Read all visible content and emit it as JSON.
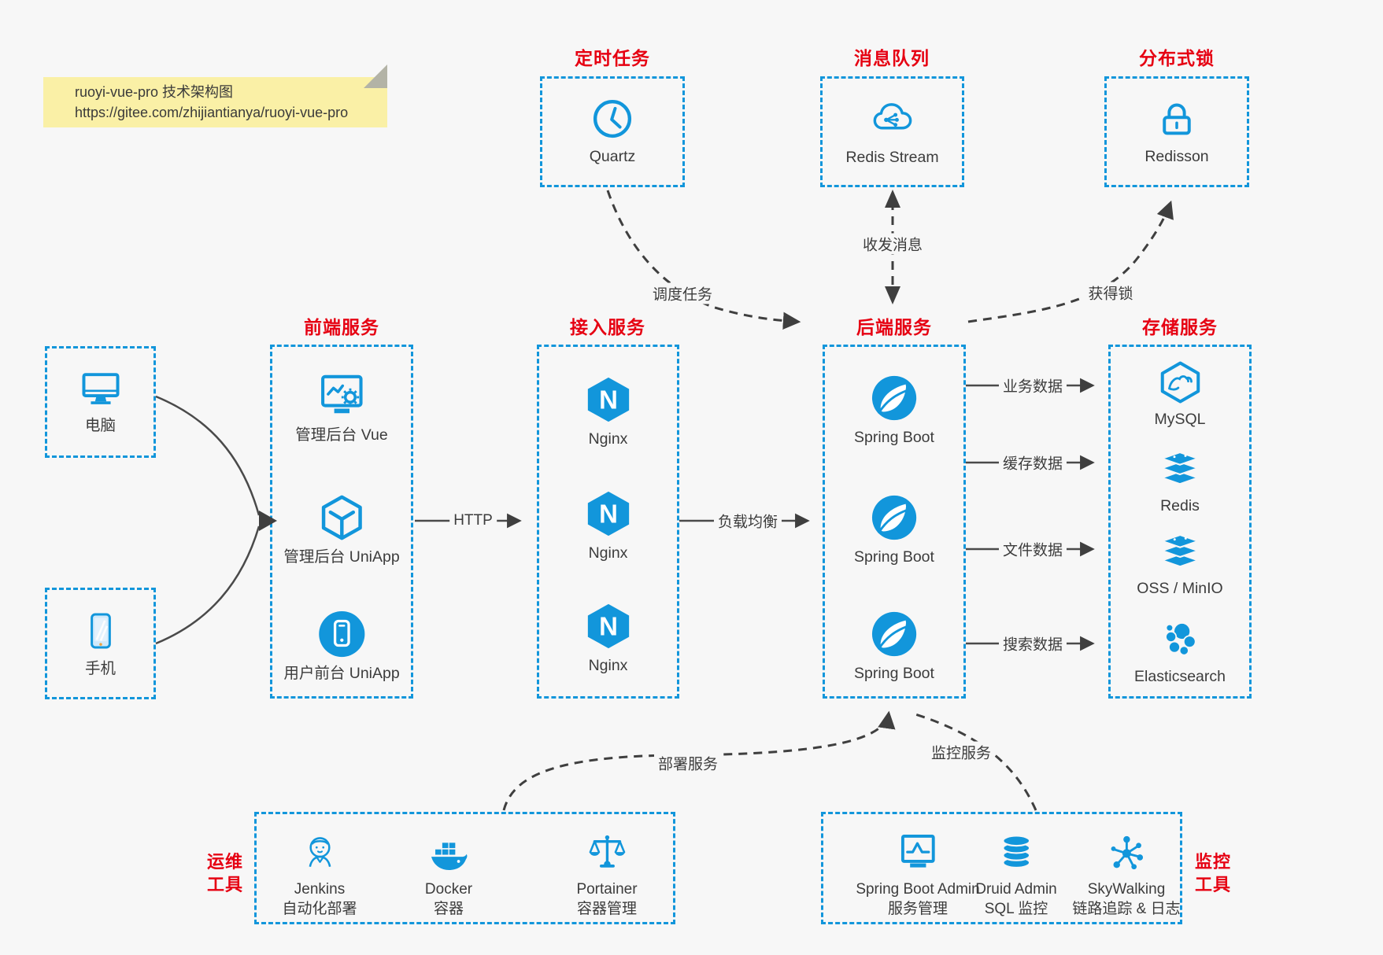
{
  "note": {
    "title": "ruoyi-vue-pro 技术架构图",
    "url": "https://gitee.com/zhijiantianya/ruoyi-vue-pro"
  },
  "colors": {
    "accent_blue": "#1296db",
    "title_red": "#e60012",
    "text": "#3c3c3c",
    "line_gray": "#4a4a4a",
    "note_bg": "#faf0a6",
    "page_bg": "#f7f7f7"
  },
  "top_groups": [
    {
      "title": "定时任务",
      "items": [
        {
          "icon": "clock-icon",
          "label": "Quartz"
        }
      ]
    },
    {
      "title": "消息队列",
      "items": [
        {
          "icon": "cloud-share-icon",
          "label": "Redis Stream"
        }
      ]
    },
    {
      "title": "分布式锁",
      "items": [
        {
          "icon": "lock-icon",
          "label": "Redisson"
        }
      ]
    }
  ],
  "clients": [
    {
      "icon": "desktop-icon",
      "label": "电脑"
    },
    {
      "icon": "mobile-icon",
      "label": "手机"
    }
  ],
  "main_groups": [
    {
      "title": "前端服务",
      "items": [
        {
          "icon": "admin-vue-icon",
          "label": "管理后台 Vue"
        },
        {
          "icon": "cube-icon",
          "label": "管理后台 UniApp"
        },
        {
          "icon": "phone-circle-icon",
          "label": "用户前台 UniApp"
        }
      ]
    },
    {
      "title": "接入服务",
      "items": [
        {
          "icon": "nginx-icon",
          "label": "Nginx"
        },
        {
          "icon": "nginx-icon",
          "label": "Nginx"
        },
        {
          "icon": "nginx-icon",
          "label": "Nginx"
        }
      ]
    },
    {
      "title": "后端服务",
      "items": [
        {
          "icon": "spring-icon",
          "label": "Spring Boot"
        },
        {
          "icon": "spring-icon",
          "label": "Spring Boot"
        },
        {
          "icon": "spring-icon",
          "label": "Spring Boot"
        }
      ]
    },
    {
      "title": "存储服务",
      "items": [
        {
          "icon": "mysql-icon",
          "label": "MySQL"
        },
        {
          "icon": "redis-stack-icon",
          "label": "Redis"
        },
        {
          "icon": "redis-stack-icon",
          "label": "OSS / MinIO"
        },
        {
          "icon": "elasticsearch-icon",
          "label": "Elasticsearch"
        }
      ]
    }
  ],
  "bottom_groups": [
    {
      "side_label_line1": "运维",
      "side_label_line2": "工具",
      "items": [
        {
          "icon": "jenkins-icon",
          "label": "Jenkins",
          "sublabel": "自动化部署"
        },
        {
          "icon": "docker-icon",
          "label": "Docker",
          "sublabel": "容器"
        },
        {
          "icon": "portainer-icon",
          "label": "Portainer",
          "sublabel": "容器管理"
        }
      ]
    },
    {
      "side_label_line1": "监控",
      "side_label_line2": "工具",
      "items": [
        {
          "icon": "monitor-chart-icon",
          "label": "Spring Boot Admin",
          "sublabel": "服务管理"
        },
        {
          "icon": "database-icon",
          "label": "Druid Admin",
          "sublabel": "SQL 监控"
        },
        {
          "icon": "topology-icon",
          "label": "SkyWalking",
          "sublabel": "链路追踪 & 日志"
        }
      ]
    }
  ],
  "edge_labels": {
    "http": "HTTP",
    "load_balance": "负载均衡",
    "schedule": "调度任务",
    "message": "收发消息",
    "lock": "获得锁",
    "business_data": "业务数据",
    "cache_data": "缓存数据",
    "file_data": "文件数据",
    "search_data": "搜索数据",
    "deploy": "部署服务",
    "monitor": "监控服务"
  }
}
